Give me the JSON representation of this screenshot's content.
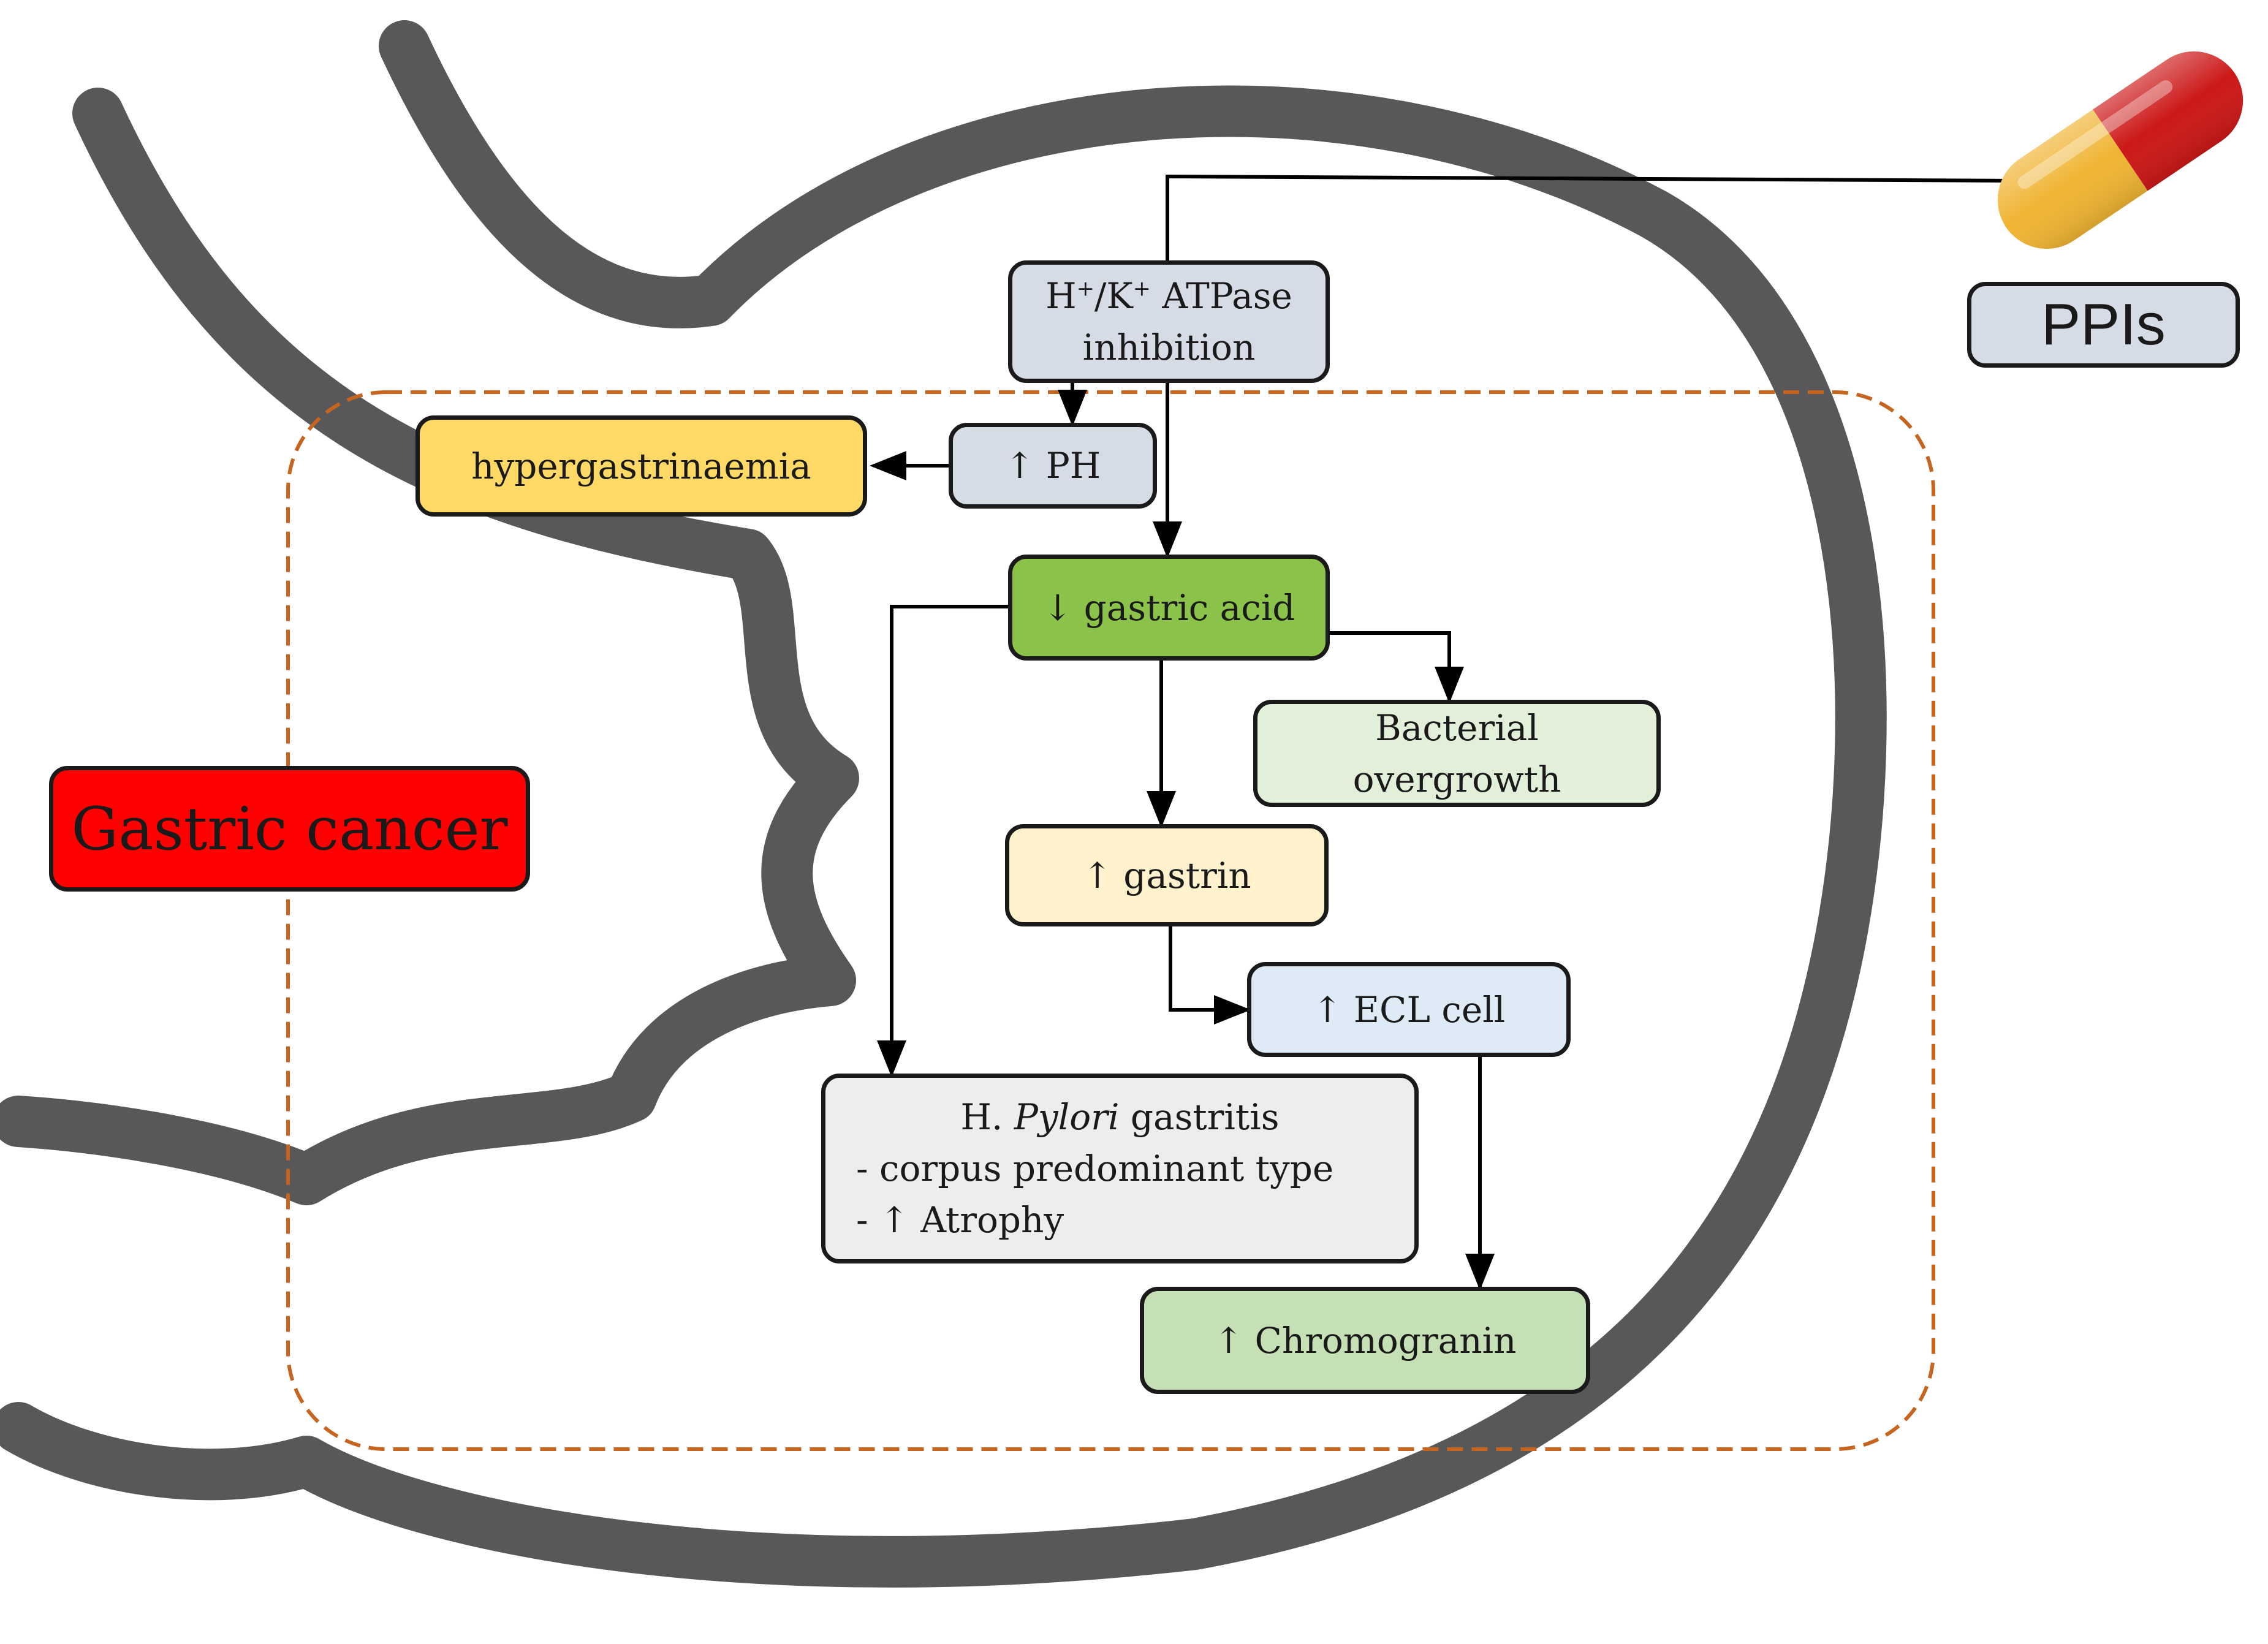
{
  "colors": {
    "stomach_outline": "#58585a",
    "dashed_region": "#c5651f",
    "connector": "#000000",
    "pill_yellow": "#f0b433",
    "pill_red": "#cc1818"
  },
  "nodes": {
    "atpase": {
      "line1_pre": "H",
      "line1_sup1": "+",
      "line1_mid": "/K",
      "line1_sup2": "+",
      "line1_post": " ATPase",
      "line2": "inhibition",
      "fill": "#d6dce5"
    },
    "ph": {
      "label": "↑ PH",
      "fill": "#d6dce5"
    },
    "hypergastrinaemia": {
      "label": "hypergastrinaemia",
      "fill": "#ffd966"
    },
    "gastric_acid": {
      "label": "↓ gastric acid",
      "fill": "#8bc34a"
    },
    "bacterial": {
      "line1": "Bacterial",
      "line2": "overgrowth",
      "fill": "#e2efd9"
    },
    "gastrin": {
      "label": "↑ gastrin",
      "fill": "#fff2cc"
    },
    "ecl": {
      "label": "↑ ECL cell",
      "fill": "#deebf7"
    },
    "hpylori": {
      "line1_pre": "H. ",
      "line1_italic": "Pylori",
      "line1_post": " gastritis",
      "line2": "- corpus predominant type",
      "line3": "- ↑ Atrophy",
      "fill": "#ededed"
    },
    "chromogranin": {
      "label": "↑ Chromogranin",
      "fill": "#c5e0b4"
    },
    "cancer": {
      "label": "Gastric cancer",
      "fill": "#ff0000"
    },
    "ppis": {
      "label": "PPIs",
      "fill": "#d6dce5"
    }
  },
  "edges": [
    {
      "from": "ppis",
      "to": "atpase"
    },
    {
      "from": "atpase",
      "to": "ph"
    },
    {
      "from": "atpase",
      "to": "gastric_acid"
    },
    {
      "from": "ph",
      "to": "hypergastrinaemia"
    },
    {
      "from": "gastric_acid",
      "to": "bacterial"
    },
    {
      "from": "gastric_acid",
      "to": "gastrin"
    },
    {
      "from": "gastric_acid",
      "to": "hpylori"
    },
    {
      "from": "gastrin",
      "to": "ecl"
    },
    {
      "from": "ecl",
      "to": "chromogranin"
    }
  ]
}
